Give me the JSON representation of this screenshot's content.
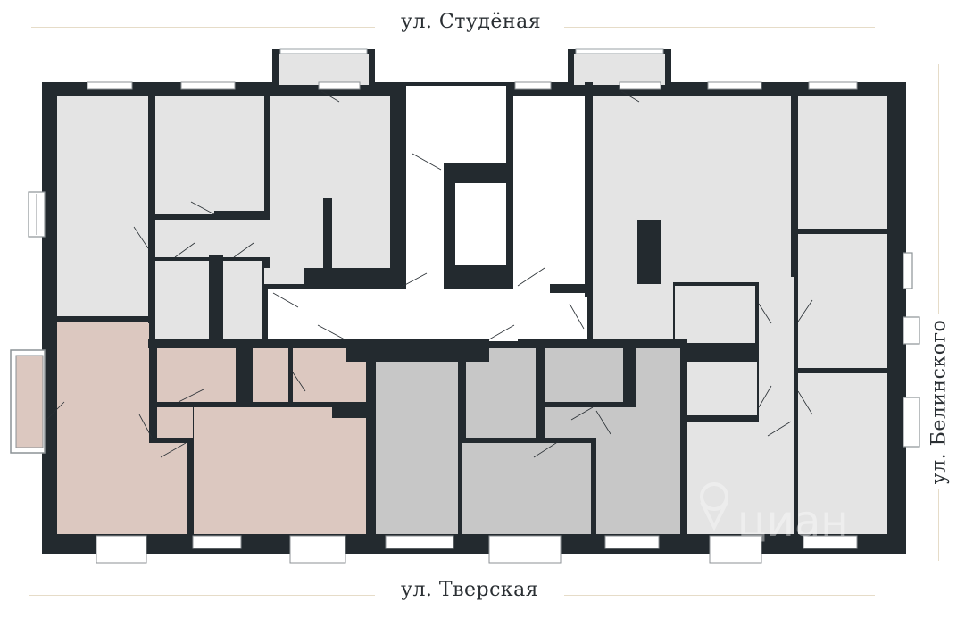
{
  "streets": {
    "top": "ул. Студёная",
    "bottom": "ул. Тверская",
    "right": "ул. Белинского"
  },
  "watermark": "циан",
  "colors": {
    "wall": "#232a2f",
    "room": "#e4e4e4",
    "highlight_unit": "#dcc8c0",
    "neighbor_unit": "#c7c7c7",
    "corridor": "#ffffff",
    "rule": "#e6dcc8"
  },
  "icons": {
    "door": "door-swing-icon",
    "window": "window-icon",
    "balcony": "balcony-icon",
    "watermark_logo": "cian-logo-icon"
  }
}
